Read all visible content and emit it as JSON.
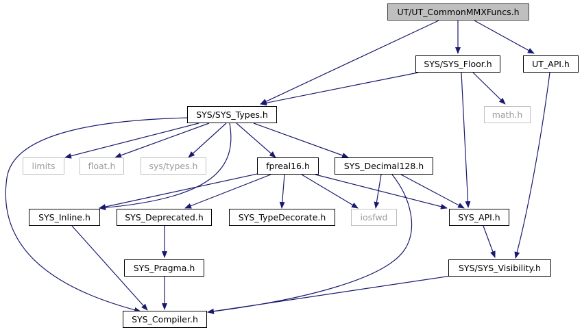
{
  "colors": {
    "edge": "#191970",
    "border": "#000000",
    "external_border": "#bfbfbf",
    "root_fill": "#bfbfbf"
  },
  "nodes": {
    "root": "UT/UT_CommonMMXFuncs.h",
    "sys_floor": "SYS/SYS_Floor.h",
    "ut_api": "UT_API.h",
    "sys_types": "SYS/SYS_Types.h",
    "math": "math.h",
    "limits": "limits",
    "float": "float.h",
    "sys_types_h": "sys/types.h",
    "fpreal16": "fpreal16.h",
    "sys_decimal128": "SYS_Decimal128.h",
    "sys_inline": "SYS_Inline.h",
    "sys_deprecated": "SYS_Deprecated.h",
    "sys_typedecorate": "SYS_TypeDecorate.h",
    "iosfwd": "iosfwd",
    "sys_api": "SYS_API.h",
    "sys_pragma": "SYS_Pragma.h",
    "sys_visibility": "SYS/SYS_Visibility.h",
    "sys_compiler": "SYS_Compiler.h"
  }
}
